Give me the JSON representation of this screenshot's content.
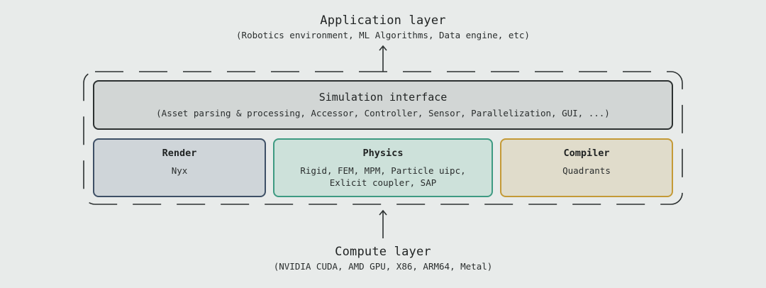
{
  "application_layer": {
    "title": "Application layer",
    "subtitle": "(Robotics environment, ML Algorithms, Data engine, etc)"
  },
  "simulation_interface": {
    "title": "Simulation interface",
    "subtitle": "(Asset parsing & processing, Accessor, Controller, Sensor, Parallelization, GUI, ...)"
  },
  "modules": [
    {
      "title": "Render",
      "description": "Nyx"
    },
    {
      "title": "Physics",
      "description": "Rigid, FEM, MPM, Particle uipc,\nExlicit coupler, SAP"
    },
    {
      "title": "Compiler",
      "description": "Quadrants"
    }
  ],
  "compute_layer": {
    "title": "Compute layer",
    "subtitle": "(NVIDIA CUDA, AMD GPU, X86, ARM64, Metal)"
  },
  "colors": {
    "background": "#e8ebea",
    "render_border": "#3e5066",
    "physics_border": "#3e9a82",
    "compiler_border": "#c49a37"
  }
}
